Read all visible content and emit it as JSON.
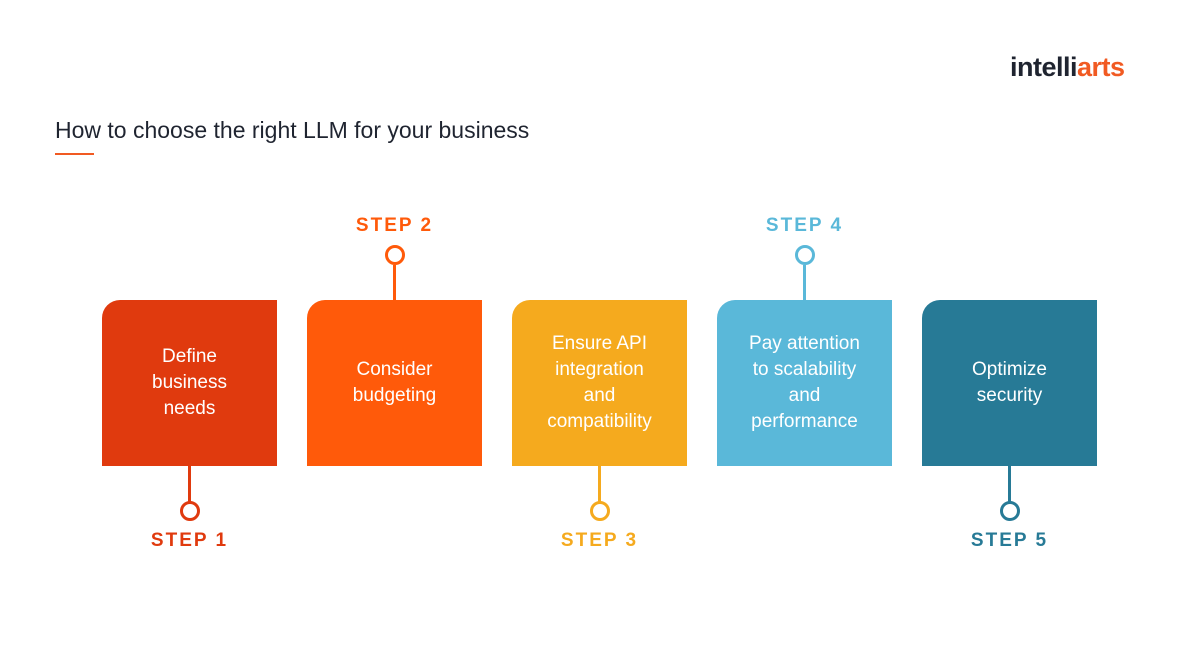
{
  "logo": {
    "part1": "intelli",
    "part2": "arts"
  },
  "title": "How to choose the right LLM for your business",
  "steps": [
    {
      "label": "STEP 1",
      "text": "Define business needs",
      "color": "#e03a0e",
      "position": "bottom"
    },
    {
      "label": "STEP 2",
      "text": "Consider budgeting",
      "color": "#ff5a0a",
      "position": "top"
    },
    {
      "label": "STEP 3",
      "text": "Ensure API integration and compatibility",
      "color": "#f5aa1e",
      "position": "bottom"
    },
    {
      "label": "STEP 4",
      "text": "Pay attention to scalability and performance",
      "color": "#5ab8d9",
      "position": "top"
    },
    {
      "label": "STEP 5",
      "text": "Optimize security",
      "color": "#277a96",
      "position": "bottom"
    }
  ]
}
